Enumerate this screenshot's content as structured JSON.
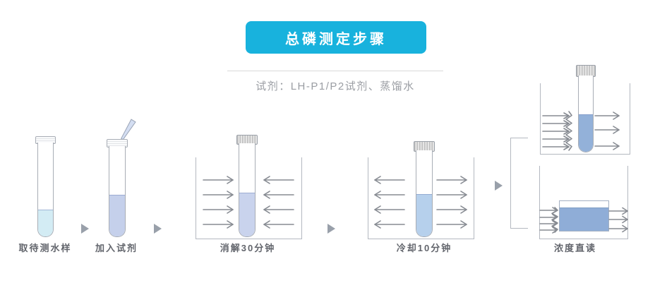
{
  "header": {
    "title": "总磷测定步骤"
  },
  "subtitle": "试剂：LH-P1/P2试剂、蒸馏水",
  "steps": [
    {
      "id": "sample",
      "label": "取待测水样"
    },
    {
      "id": "add-reagent",
      "label": "加入试剂"
    },
    {
      "id": "digest",
      "label": "消解30分钟"
    },
    {
      "id": "cool",
      "label": "冷却10分钟"
    },
    {
      "id": "read",
      "label": "浓度直读"
    }
  ],
  "icons": {
    "next_step": "triangle-right",
    "heat_in": "arrows-pointing-inward",
    "heat_out": "arrows-pointing-outward",
    "light_path": "arrows-passing-through",
    "pipette": "dropper-adding-reagent"
  },
  "colors": {
    "accent": "#18b2dd",
    "header_text": "#ffffff",
    "divider": "#d9d9d9",
    "subtitle_text": "#9a9da3",
    "label_text": "#62656c",
    "outline": "#a8adb5",
    "container_outline": "#b4b8c0",
    "arrow": "#878b92",
    "step_arrow": "#99a0aa",
    "sample_liquid": "#d3ecf4",
    "reagent_liquid": "#c5d0eb",
    "digest_liquid": "#c9d3ed",
    "cool_liquid": "#b6d0ec",
    "read_liquid": "#93b1d9",
    "cuvette_liquid": "#8fadd7"
  }
}
